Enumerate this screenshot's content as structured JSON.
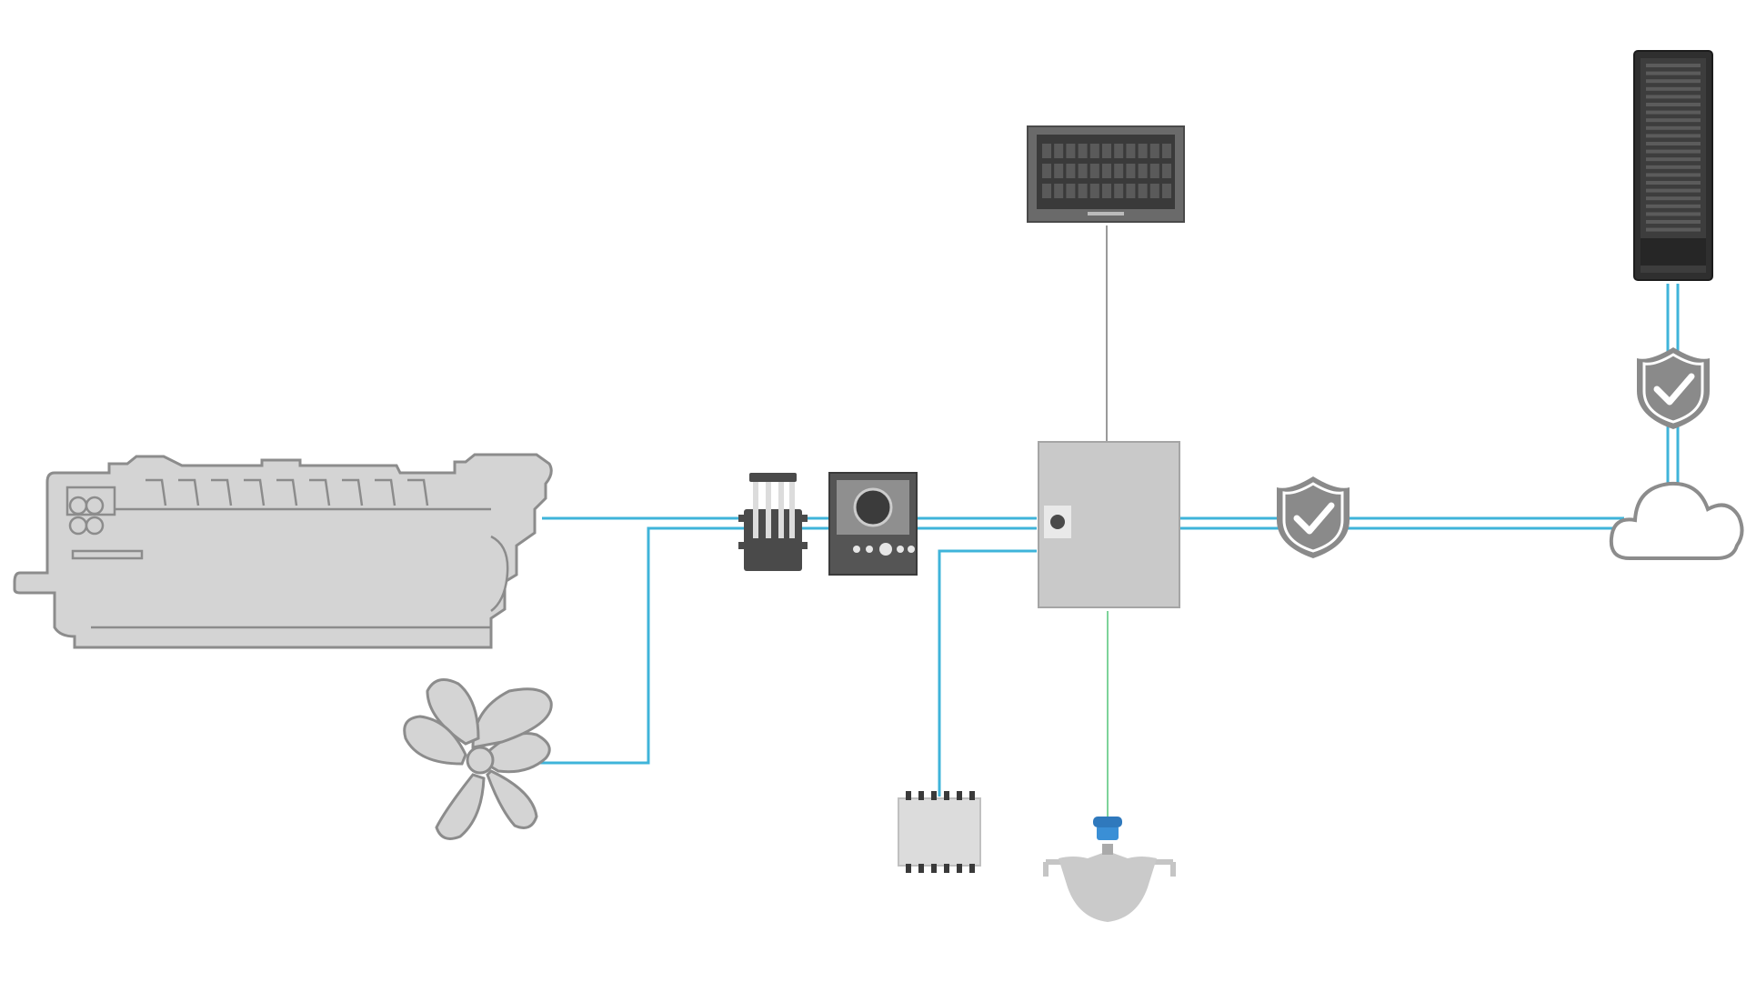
{
  "diagram": {
    "colors": {
      "background": "#ffffff",
      "link_blue": "#3fb4da",
      "link_green": "#7ed39a",
      "link_gray": "#9a9a9a",
      "device_fill": "#d4d4d4",
      "device_stroke": "#8c8c8c",
      "dark_device": "#4a4a4a",
      "sensor_blue": "#3a8fd6"
    },
    "nodes": [
      {
        "id": "engine",
        "icon": "engine-icon"
      },
      {
        "id": "propeller",
        "icon": "propeller-icon"
      },
      {
        "id": "sensor-probe",
        "icon": "sensor-probe-icon"
      },
      {
        "id": "control-panel",
        "icon": "control-panel-icon"
      },
      {
        "id": "io-module",
        "icon": "io-module-icon"
      },
      {
        "id": "gateway-cabinet",
        "icon": "cabinet-icon"
      },
      {
        "id": "operator-display",
        "icon": "display-panel-icon"
      },
      {
        "id": "flow-meter",
        "icon": "flow-meter-icon"
      },
      {
        "id": "firewall",
        "icon": "shield-check-icon"
      },
      {
        "id": "cloud",
        "icon": "cloud-icon"
      },
      {
        "id": "cloud-firewall",
        "icon": "shield-check-icon"
      },
      {
        "id": "server-rack",
        "icon": "server-rack-icon"
      }
    ],
    "links": [
      {
        "from": "engine",
        "to": "gateway-cabinet",
        "type": "blue"
      },
      {
        "from": "propeller",
        "to": "gateway-cabinet",
        "type": "blue"
      },
      {
        "from": "io-module",
        "to": "gateway-cabinet",
        "type": "blue"
      },
      {
        "from": "operator-display",
        "to": "gateway-cabinet",
        "type": "gray"
      },
      {
        "from": "flow-meter",
        "to": "gateway-cabinet",
        "type": "green"
      },
      {
        "from": "gateway-cabinet",
        "to": "cloud",
        "type": "blue",
        "via": "firewall"
      },
      {
        "from": "cloud",
        "to": "server-rack",
        "type": "blue",
        "via": "cloud-firewall"
      }
    ]
  }
}
